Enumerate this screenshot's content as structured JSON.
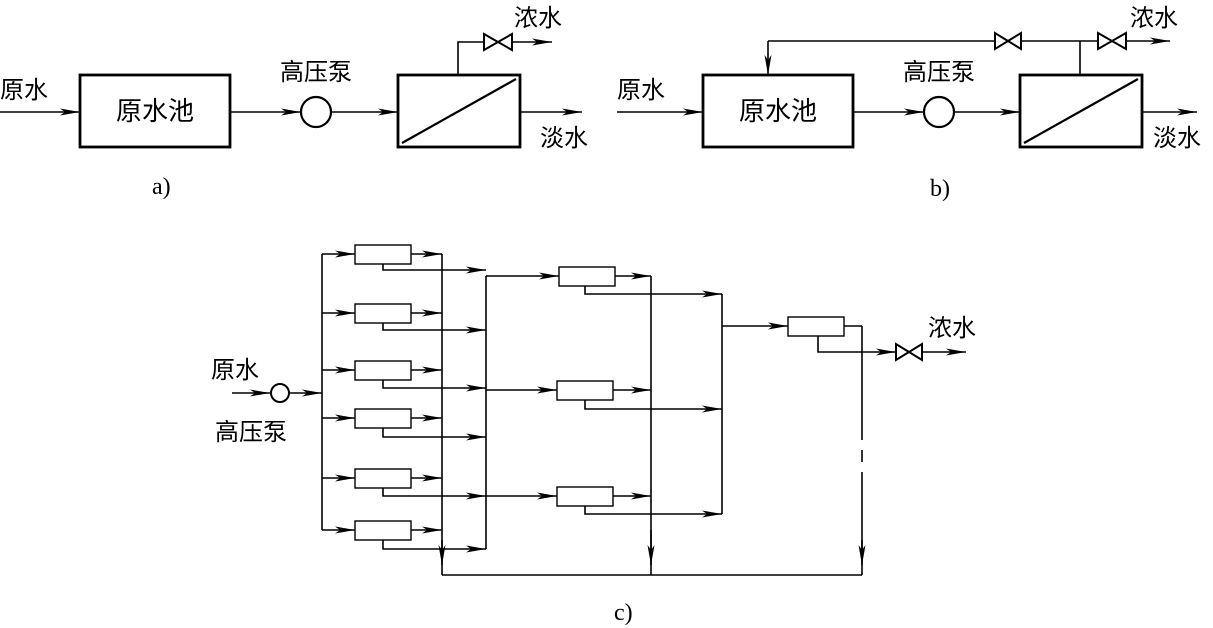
{
  "labels": {
    "raw_water": "原水",
    "raw_tank": "原水池",
    "pump": "高压泵",
    "concentrate": "浓水",
    "permeate": "淡水"
  },
  "panels": {
    "a": "a)",
    "b": "b)",
    "c": "c)"
  }
}
